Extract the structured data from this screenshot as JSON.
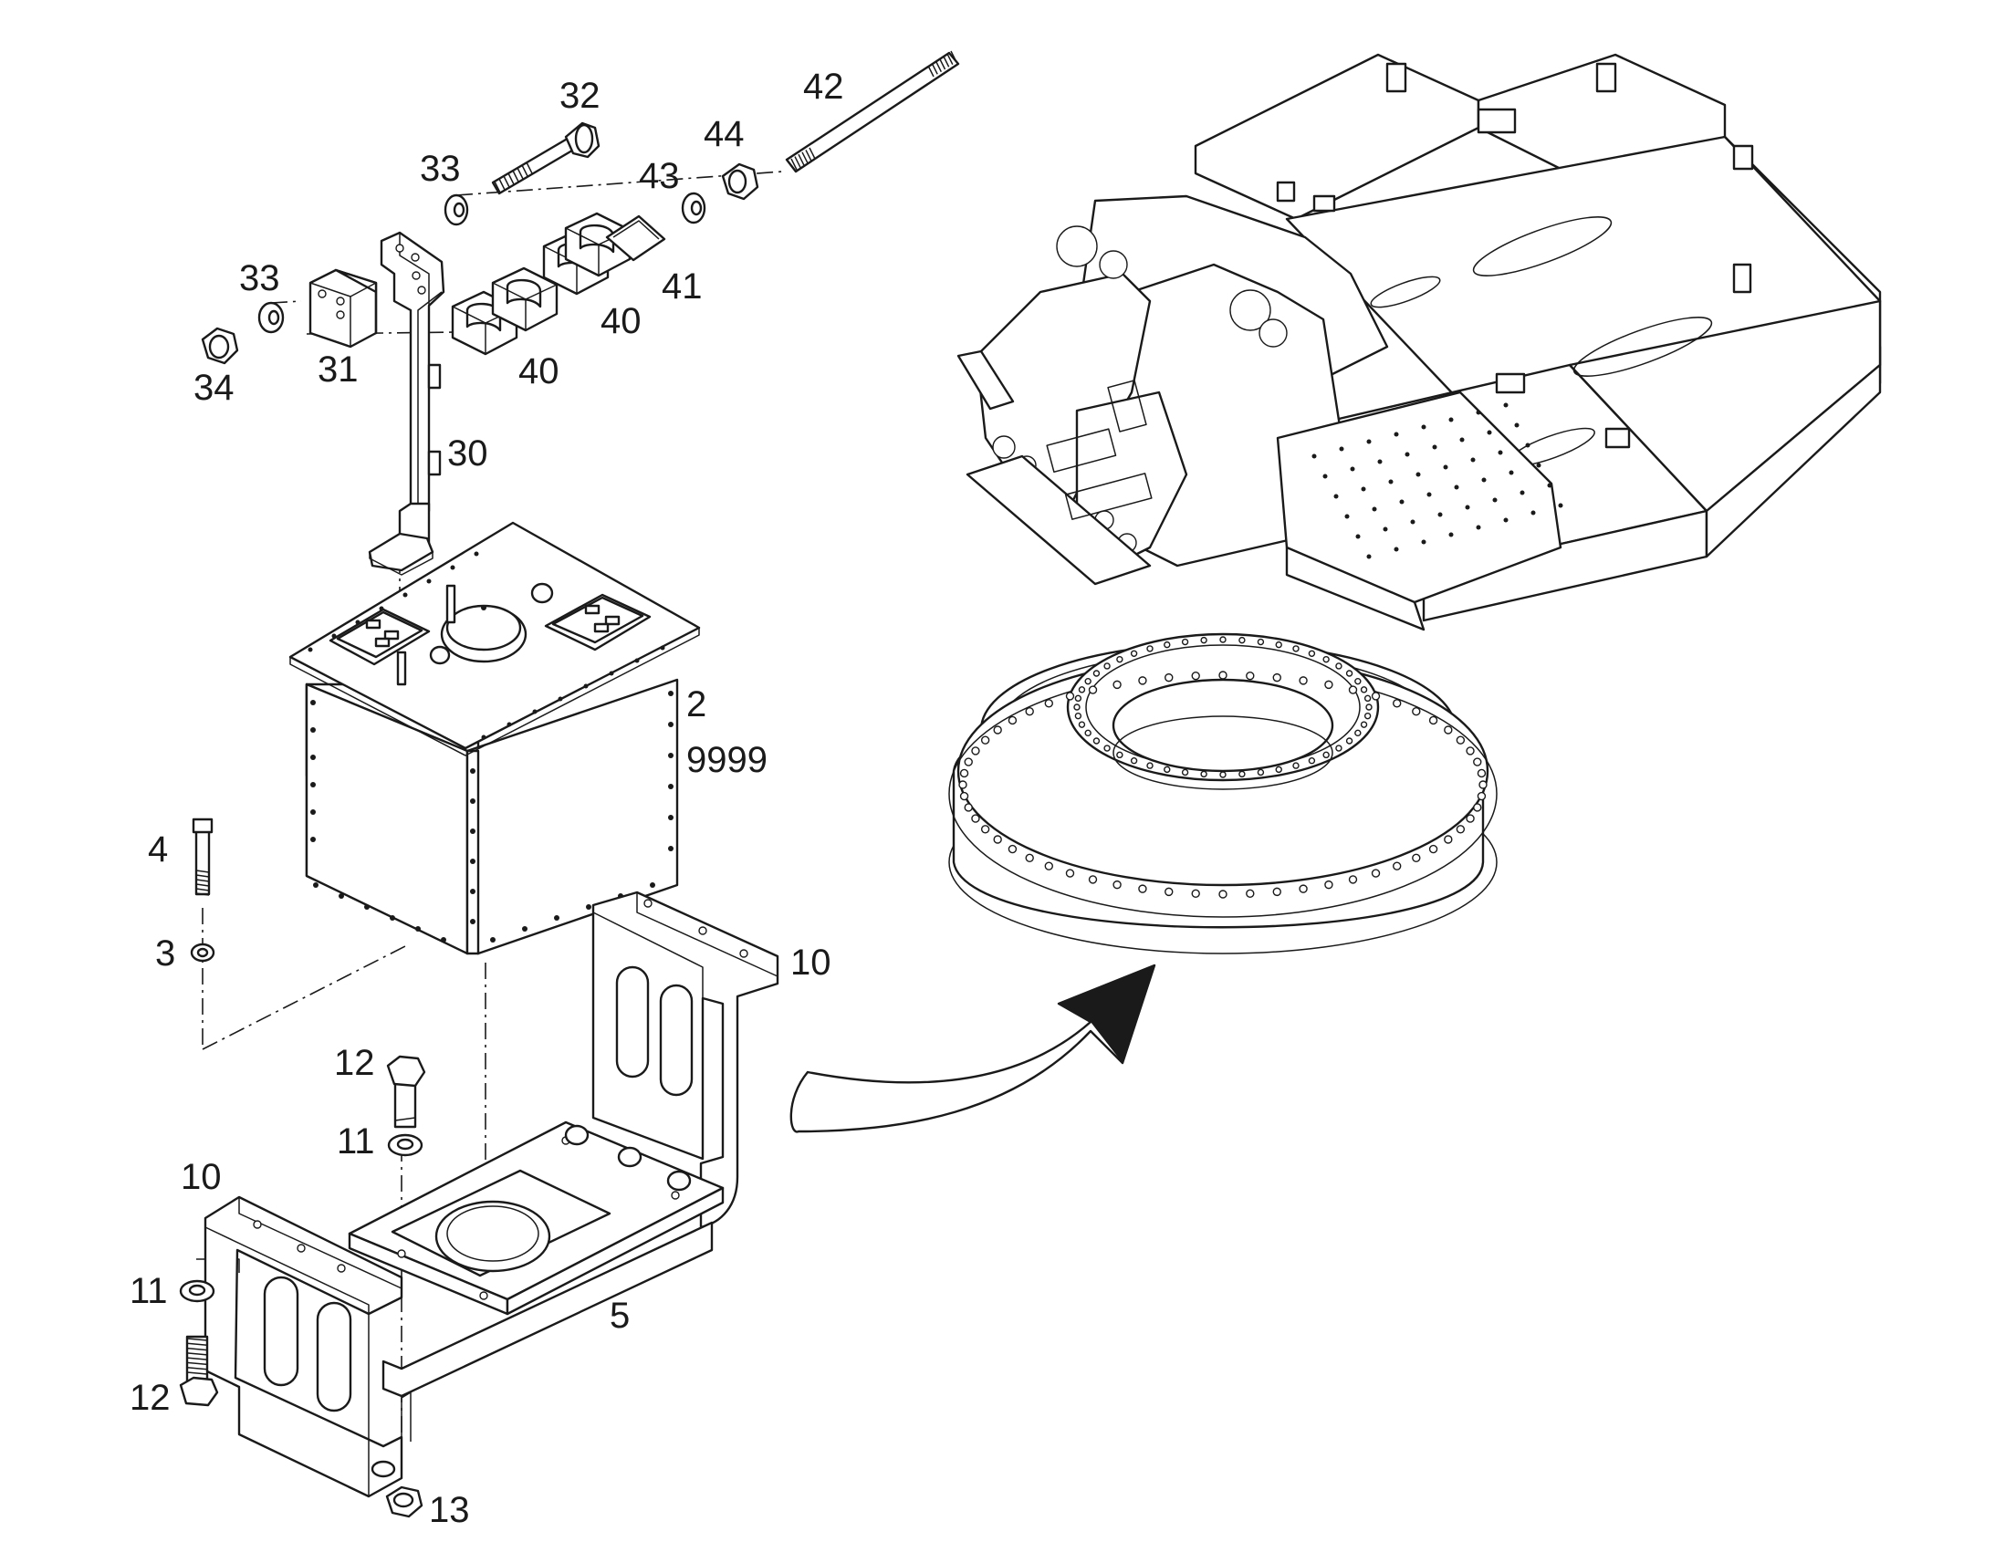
{
  "labels": {
    "l32": "32",
    "l42": "42",
    "l33a": "33",
    "l44": "44",
    "l43": "43",
    "l33b": "33",
    "l41": "41",
    "l40a": "40",
    "l40b": "40",
    "l31": "31",
    "l34": "34",
    "l30": "30",
    "l2": "2",
    "l9999": "9999",
    "l4": "4",
    "l3": "3",
    "l10a": "10",
    "l12a": "12",
    "l11a": "11",
    "l10b": "10",
    "l5": "5",
    "l11b": "11",
    "l12b": "12",
    "l13": "13"
  },
  "colors": {
    "line": "#1a1a1a",
    "background": "#ffffff"
  }
}
